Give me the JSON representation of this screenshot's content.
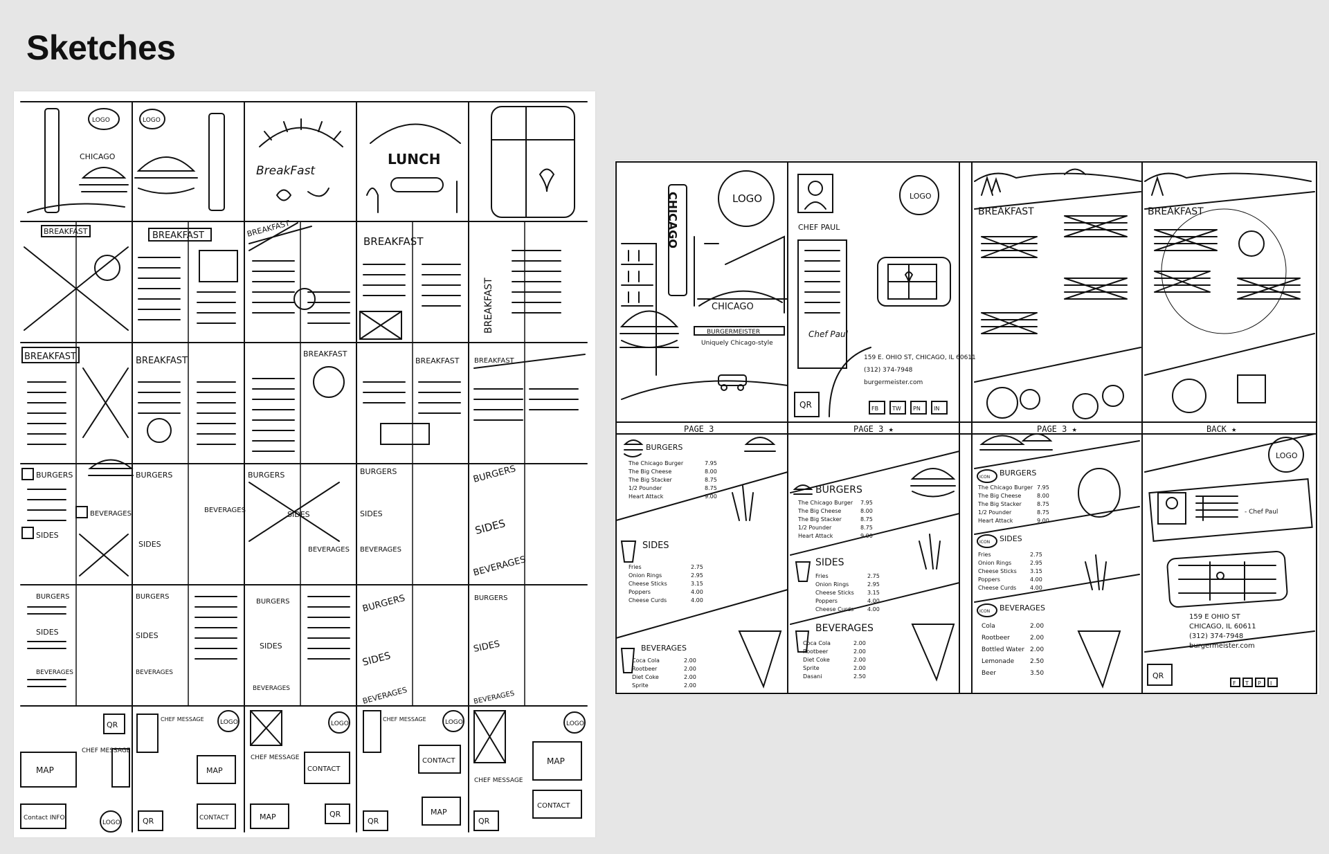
{
  "page": {
    "title": "Sketches"
  },
  "sheet_left": {
    "labels": {
      "chicago_vert": "CHICAGO",
      "chicago": "CHICAGO",
      "logo": "LOGO",
      "breakfast": "BREAKFAST",
      "breakfast_script": "BreakFast",
      "lunch": "LUNCH",
      "burgers": "BURGERS",
      "beverages": "BEVERAGES",
      "sides": "SIDES",
      "map": "MAP",
      "chef_message": "CHEF MESSAGE",
      "contact": "CONTACT",
      "contact_info": "Contact INFO",
      "qr": "QR"
    }
  },
  "sheet_right": {
    "page_labels": [
      "PAGE 3",
      "PAGE 3 ★",
      "PAGE 3 ★",
      "BACK ★"
    ],
    "cover": {
      "chicago": "CHICAGO",
      "logo": "LOGO",
      "brand": "BURGERMEISTER",
      "tagline": "Uniquely Chicago-style"
    },
    "chef": {
      "label": "CHEF PAUL",
      "signature": "Chef Paul",
      "logo": "LOGO",
      "address": "159 E. OHIO ST, CHICAGO, IL 60611",
      "phone": "(312) 374-7948",
      "website": "burgermeister.com",
      "qr": "QR",
      "social": [
        "FB",
        "TW",
        "PN",
        "IN"
      ]
    },
    "breakfast_title": "BREAKFAST",
    "menu": {
      "burgers_title": "BURGERS",
      "sides_title": "SIDES",
      "beverages_title": "BEVERAGES",
      "burgers": [
        {
          "name": "The Chicago Burger",
          "price": "7.95"
        },
        {
          "name": "The Big Cheese",
          "price": "8.00"
        },
        {
          "name": "The Big Stacker",
          "price": "8.75"
        },
        {
          "name": "1/2 Pounder",
          "price": "8.75"
        },
        {
          "name": "Heart Attack",
          "price": "9.00"
        }
      ],
      "sides": [
        {
          "name": "Fries",
          "price": "2.75"
        },
        {
          "name": "Onion Rings",
          "price": "2.95"
        },
        {
          "name": "Cheese Sticks",
          "price": "3.15"
        },
        {
          "name": "Poppers",
          "price": "4.00"
        },
        {
          "name": "Cheese Curds",
          "price": "4.00"
        }
      ],
      "beverages": [
        {
          "name": "Coca Cola",
          "price": "2.00"
        },
        {
          "name": "Rootbeer",
          "price": "2.00"
        },
        {
          "name": "Diet Coke",
          "price": "2.00"
        },
        {
          "name": "Sprite",
          "price": "2.00"
        },
        {
          "name": "Dasani",
          "price": "2.50"
        }
      ]
    },
    "page3": {
      "icon": "ICON",
      "beverages": [
        {
          "name": "Cola",
          "price": "2.00"
        },
        {
          "name": "Rootbeer",
          "price": "2.00"
        },
        {
          "name": "Bottled Water",
          "price": "2.00"
        },
        {
          "name": "Lemonade",
          "price": "2.50"
        },
        {
          "name": "Beer",
          "price": "3.50"
        }
      ]
    },
    "back": {
      "logo": "LOGO",
      "signature": "- Chef Paul",
      "address": "159 E OHIO ST",
      "city": "CHICAGO, IL 60611",
      "phone": "(312) 374-7948",
      "website": "burgermeister.com",
      "qr": "QR",
      "social": [
        "F",
        "T",
        "P",
        "I"
      ]
    }
  }
}
